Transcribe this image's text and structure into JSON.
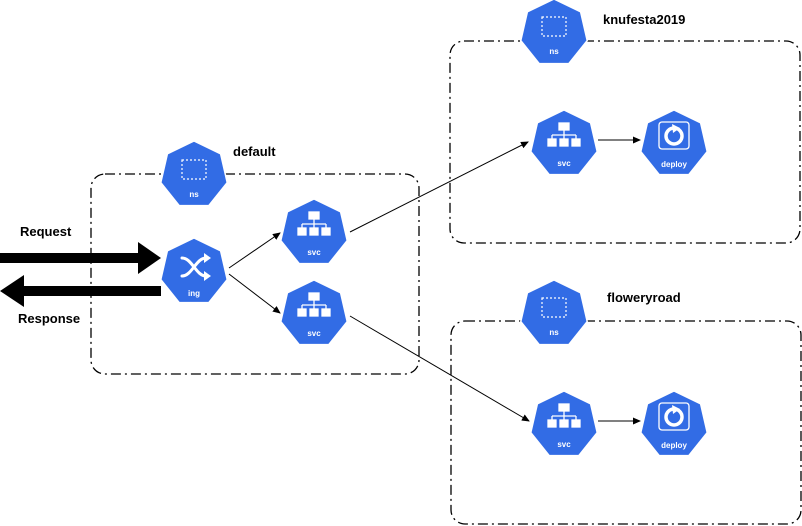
{
  "colors": {
    "k8s_blue": "#326ce5",
    "line": "#000000",
    "background": "#ffffff"
  },
  "labels": {
    "request": "Request",
    "response": "Response",
    "ns_default": "default",
    "ns_knufesta": "knufesta2019",
    "ns_floweryroad": "floweryroad"
  },
  "icons": {
    "ns_default": {
      "type": "namespace-icon",
      "text": "ns"
    },
    "ing": {
      "type": "ingress-icon",
      "text": "ing"
    },
    "svc_default_1": {
      "type": "service-icon",
      "text": "svc"
    },
    "svc_default_2": {
      "type": "service-icon",
      "text": "svc"
    },
    "ns_knufesta": {
      "type": "namespace-icon",
      "text": "ns"
    },
    "svc_knufesta": {
      "type": "service-icon",
      "text": "svc"
    },
    "deploy_knufesta": {
      "type": "deployment-icon",
      "text": "deploy"
    },
    "ns_floweryroad": {
      "type": "namespace-icon",
      "text": "ns"
    },
    "svc_floweryroad": {
      "type": "service-icon",
      "text": "svc"
    },
    "deploy_floweryroad": {
      "type": "deployment-icon",
      "text": "deploy"
    }
  }
}
